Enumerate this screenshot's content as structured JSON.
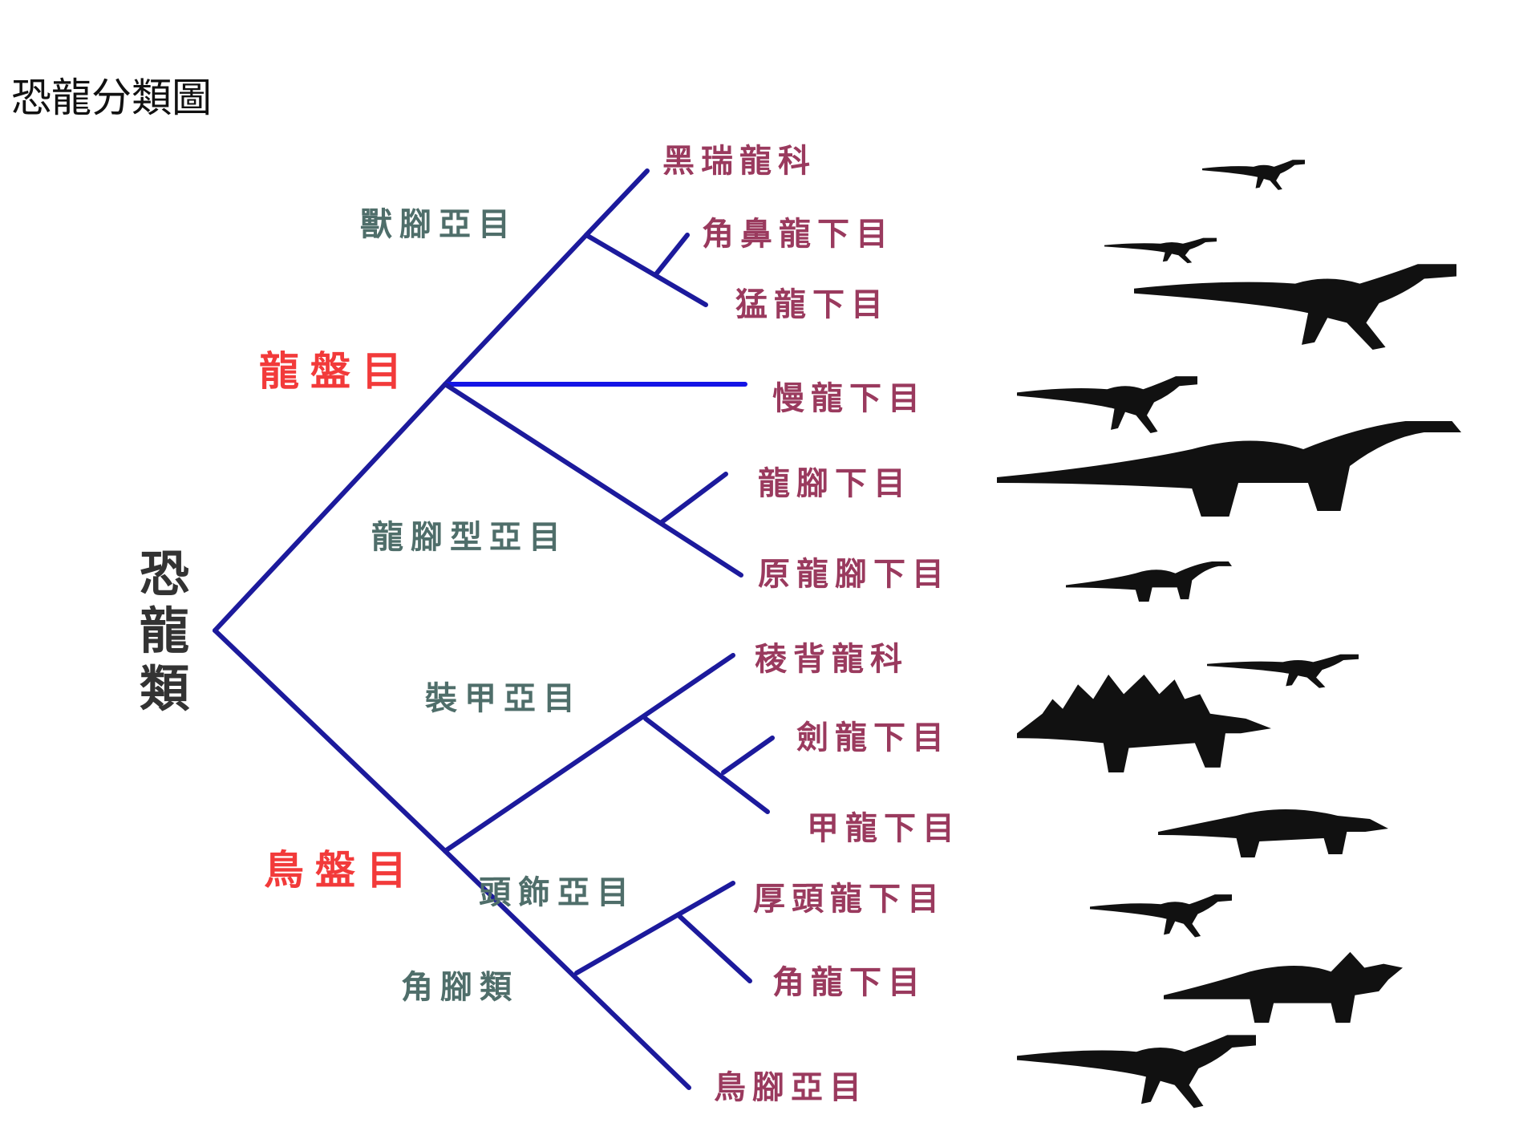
{
  "title": "恐龍分類圖",
  "root": "恐龍類",
  "orders": {
    "saurischia": "龍盤目",
    "ornithischia": "鳥盤目"
  },
  "suborders": {
    "theropoda": "獸腳亞目",
    "sauropodomorpha": "龍腳型亞目",
    "thyreophora": "裝甲亞目",
    "marginocephalia": "頭飾亞目",
    "cerapoda": "角腳類"
  },
  "leaves": {
    "herrerasauridae": "黑瑞龍科",
    "ceratosauria": "角鼻龍下目",
    "tetanurae": "猛龍下目",
    "segnosauria": "慢龍下目",
    "sauropoda": "龍腳下目",
    "prosauropoda": "原龍腳下目",
    "scelidosauridae": "稜背龍科",
    "stegosauria": "劍龍下目",
    "ankylosauria": "甲龍下目",
    "pachycephalosauria": "厚頭龍下目",
    "ceratopsia": "角龍下目",
    "ornithopoda": "鳥腳亞目"
  },
  "colors": {
    "branch": "#1c1a9c",
    "leaf": "#9a3a5e",
    "suborder": "#4f6e6a",
    "order": "#f23a3a",
    "silhouette": "#111111"
  }
}
